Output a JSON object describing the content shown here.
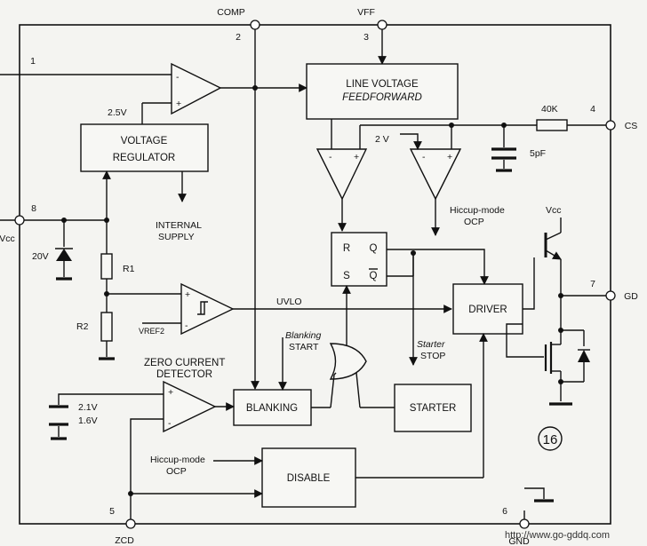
{
  "pins": {
    "comp": {
      "name": "COMP",
      "num": "2"
    },
    "vff": {
      "name": "VFF",
      "num": "3"
    },
    "cs": {
      "name": "CS",
      "num": "4"
    },
    "gd": {
      "name": "GD",
      "num": "7"
    },
    "vcc": {
      "name": "Vcc",
      "num": "8"
    },
    "zcd": {
      "name": "ZCD",
      "num": "5"
    },
    "gnd": {
      "name": "GND",
      "num": "6"
    },
    "inv": {
      "num": "1"
    }
  },
  "blocks": {
    "line_ff_1": "LINE VOLTAGE",
    "line_ff_2": "FEEDFORWARD",
    "vreg_1": "VOLTAGE",
    "vreg_2": "REGULATOR",
    "blanking": "BLANKING",
    "starter": "STARTER",
    "driver": "DRIVER",
    "disable": "DISABLE",
    "ff_r": "R",
    "ff_s": "S",
    "ff_q": "Q",
    "ff_qbar": "Q"
  },
  "labels": {
    "ref_2v5": "2.5V",
    "internal_1": "INTERNAL",
    "internal_2": "SUPPLY",
    "zener": "20V",
    "r1": "R1",
    "r2": "R2",
    "uvlo": "UVLO",
    "vref2": "VREF2",
    "zcd_title_1": "ZERO CURRENT",
    "zcd_title_2": "DETECTOR",
    "zcd_v1": "2.1V",
    "zcd_v2": "1.6V",
    "blank_start_1": "Blanking",
    "blank_start_2": "START",
    "starter_stop_1": "Starter",
    "starter_stop_2": "STOP",
    "res_40k": "40K",
    "cap_5pf": "5pF",
    "ref_2v": "2 V",
    "hiccup_1": "Hiccup-mode",
    "hiccup_2": "OCP",
    "hiccup_dis_1": "Hiccup-mode",
    "hiccup_dis_2": "OCP",
    "vcc_driver": "Vcc",
    "badge": "16",
    "watermark": "http://www.go-gddq.com"
  }
}
